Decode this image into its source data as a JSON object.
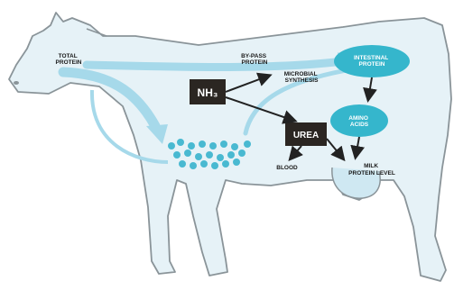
{
  "labels": {
    "total_protein": [
      "TOTAL",
      "PROTEIN"
    ],
    "bypass_protein": [
      "BY-PASS",
      "PROTEIN"
    ],
    "microbial_synthesis": [
      "MICROBIAL",
      "SYNTHESIS"
    ],
    "intestinal_protein": [
      "INTESTINAL",
      "PROTEIN"
    ],
    "amino_acids": [
      "AMINO",
      "ACIDS"
    ],
    "nh3": "NH₃",
    "urea": "UREA",
    "blood": "BLOOD",
    "milk_protein_level": [
      "MILK",
      "PROTEIN LEVEL"
    ]
  },
  "colors": {
    "cow_fill": "#e6f2f7",
    "cow_outline": "#8a9499",
    "flow_arrow": "#a6d9ea",
    "teal": "#35b6cc",
    "dark_box": "#2b2622",
    "black_arrow": "#222222"
  }
}
